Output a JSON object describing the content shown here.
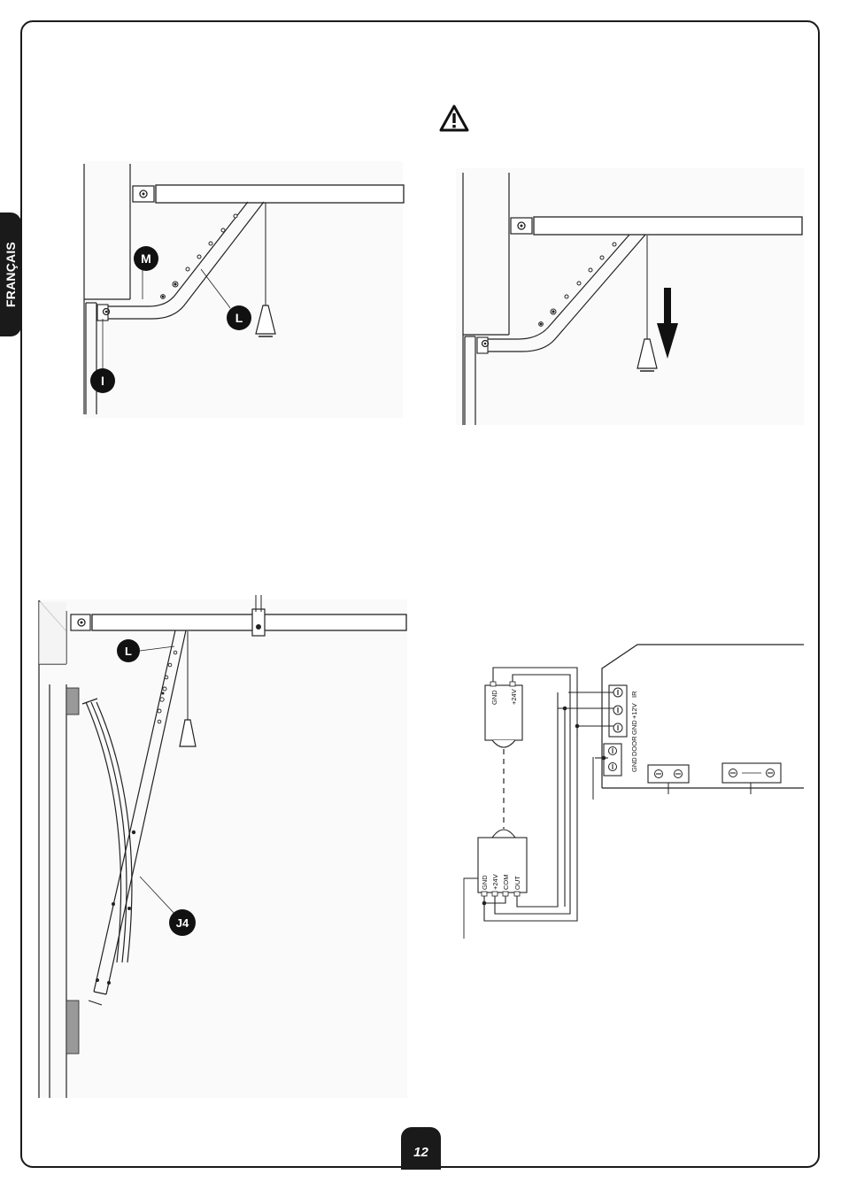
{
  "language_tab": "FRANÇAIS",
  "page_marker": "12",
  "figure1": {
    "callouts": [
      "M",
      "L",
      "I"
    ]
  },
  "figure3": {
    "callouts": [
      "L",
      "J4"
    ]
  },
  "wiring": {
    "transmitter_labels": [
      "GND",
      "+24V"
    ],
    "receiver_labels": [
      "GND",
      "+24V",
      "COM",
      "OUT"
    ],
    "board_labels": [
      "GND",
      "+12V",
      "IR",
      "GND",
      "DOOR"
    ]
  }
}
